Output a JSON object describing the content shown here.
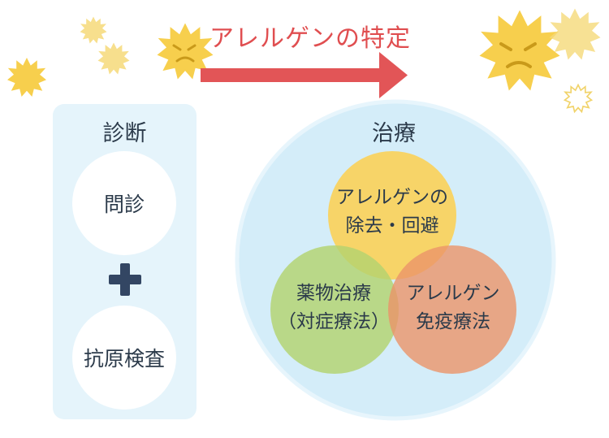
{
  "header": {
    "title": "アレルゲンの特定"
  },
  "diagnosis": {
    "title": "診断",
    "items": [
      "問診",
      "抗原検査"
    ],
    "connector_icon": "plus-icon"
  },
  "treatment": {
    "title": "治療",
    "circles": [
      {
        "line1": "アレルゲンの",
        "line2": "除去・回避",
        "color": "#fbd058"
      },
      {
        "line1": "薬物治療",
        "line2": "（対症療法）",
        "color": "#b8d67a"
      },
      {
        "line1": "アレルゲン",
        "line2": "免疫療法",
        "color": "#eda57e"
      }
    ]
  },
  "colors": {
    "arrow": "#e25557",
    "diagnosis_panel": "#e5f4fb",
    "treatment_circle": "#d4edf9",
    "pollen": "#f7cf4d"
  }
}
